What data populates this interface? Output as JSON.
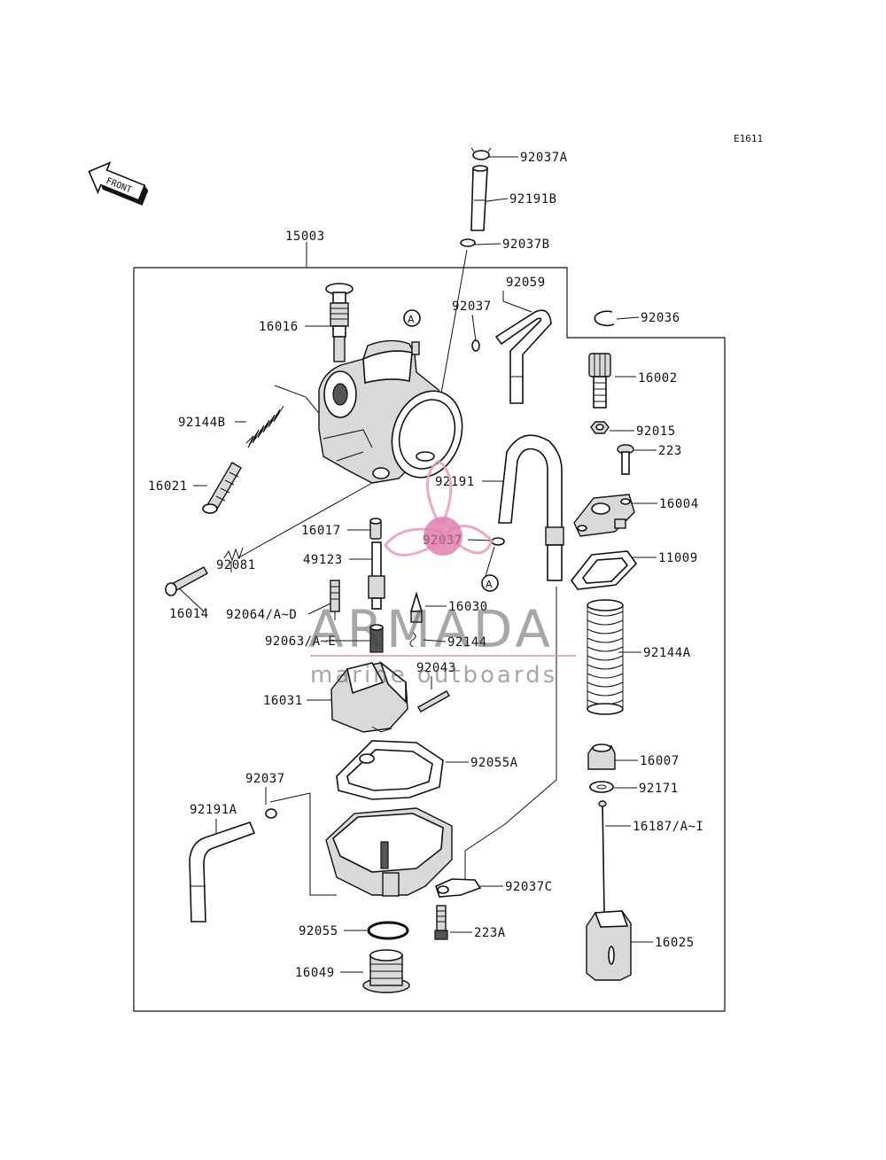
{
  "diagram_code": "E1611",
  "front_arrow": {
    "text": "FRONT",
    "icon": "front-arrow-icon"
  },
  "watermark": {
    "brand": "ARMADA",
    "tagline": "marine outboards",
    "logo_icon": "propeller-logo-icon",
    "colors": {
      "brand_pink": "#e89ac0",
      "logo_center": "#d96aa0",
      "text_gray": "#555555"
    }
  },
  "parts": {
    "p92037A": "92037A",
    "p92191B": "92191B",
    "p15003": "15003",
    "p92037B": "92037B",
    "p92059": "92059",
    "p92037_top": "92037",
    "p92036": "92036",
    "p16016": "16016",
    "p16002": "16002",
    "p92144B": "92144B",
    "p92015": "92015",
    "p223": "223",
    "p16021": "16021",
    "p92191": "92191",
    "p16004": "16004",
    "p16017": "16017",
    "p92037_mid": "92037",
    "p11009": "11009",
    "p49123": "49123",
    "p92081": "92081",
    "p16014": "16014",
    "p92064": "92064/A~D",
    "p16030": "16030",
    "p92063": "92063/A~E",
    "p92144": "92144",
    "p92144A": "92144A",
    "p92043": "92043",
    "p16031": "16031",
    "p92055A": "92055A",
    "p16007": "16007",
    "p92037_low": "92037",
    "p92171": "92171",
    "p92191A": "92191A",
    "p16187": "16187/A~I",
    "p92037C": "92037C",
    "p92055": "92055",
    "p223A": "223A",
    "p16025": "16025",
    "p16049": "16049"
  },
  "ref_markers": {
    "a1": "A",
    "a2": "A"
  }
}
